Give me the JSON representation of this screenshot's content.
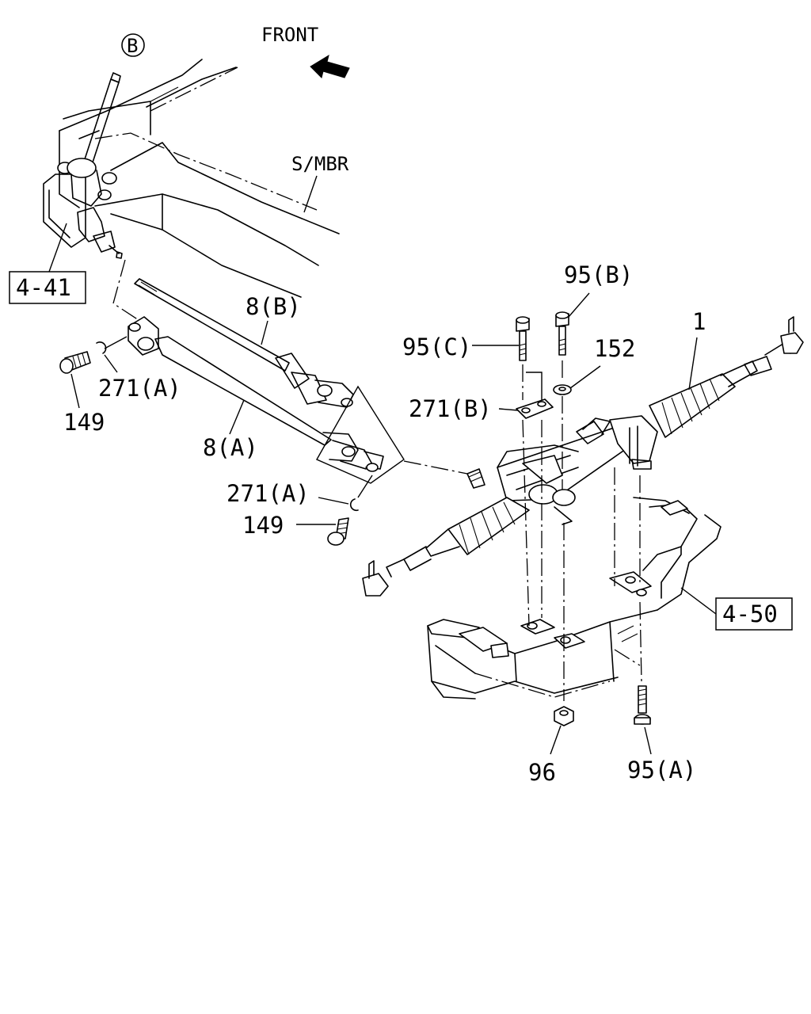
{
  "labels": {
    "front": "FRONT",
    "circle_b": "B",
    "s_mbr": "S/MBR",
    "ref_4_41": "4-41",
    "ref_4_50": "4-50",
    "p_8b": "8(B)",
    "p_8a": "8(A)",
    "p_271a_top": "271(A)",
    "p_271a_bottom": "271(A)",
    "p_149_top": "149",
    "p_149_bottom": "149",
    "p_95b": "95(B)",
    "p_95c": "95(C)",
    "p_152": "152",
    "p_271b": "271(B)",
    "p_1": "1",
    "p_96": "96",
    "p_95a": "95(A)"
  }
}
